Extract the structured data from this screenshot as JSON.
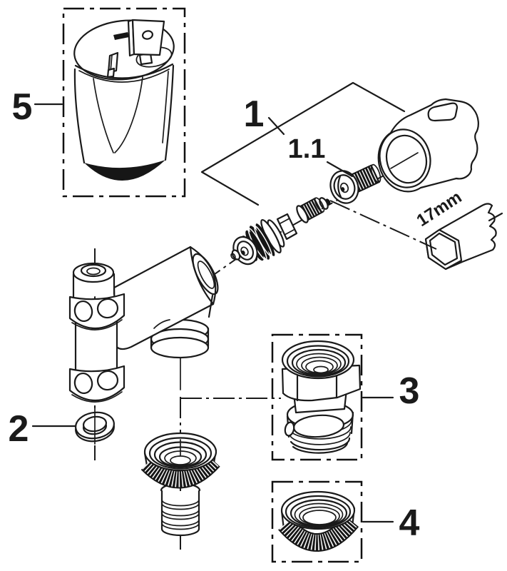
{
  "diagram": {
    "type": "exploded-parts-diagram",
    "background_color": "#ffffff",
    "line_color": "#1a1a1a",
    "labels": {
      "part1": "1",
      "part1_sub": "1.1",
      "part2": "2",
      "part3": "3",
      "part4": "4",
      "part5": "5",
      "tool_size": "17mm"
    }
  }
}
